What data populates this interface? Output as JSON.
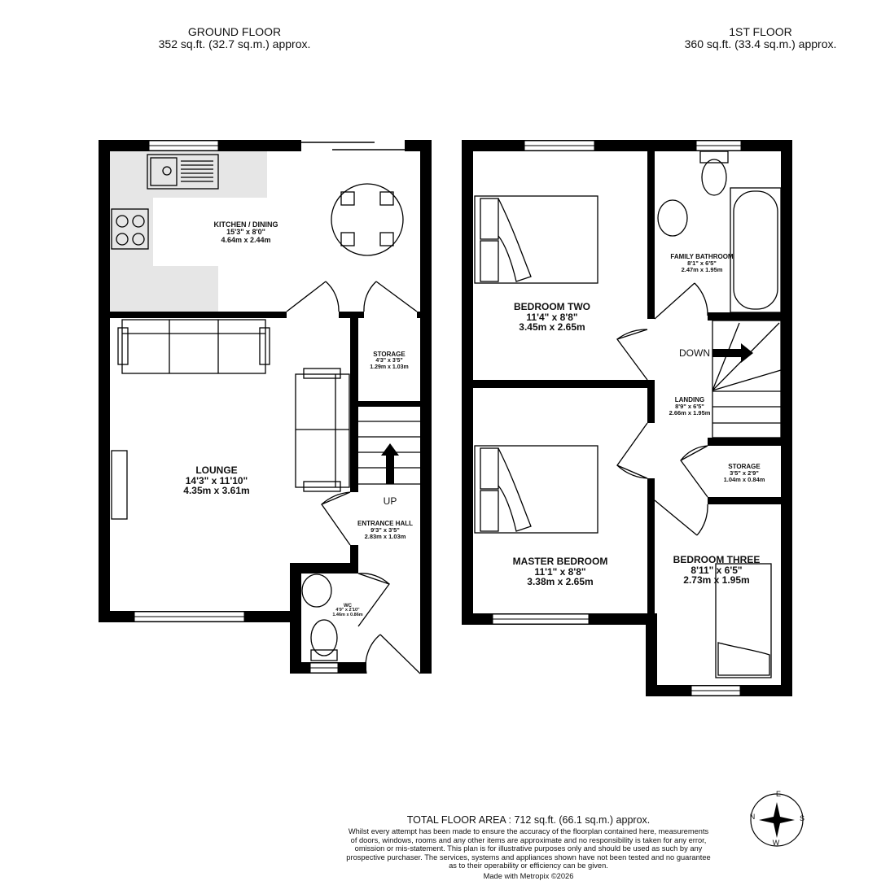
{
  "ground_floor": {
    "title": "GROUND FLOOR",
    "area": "352 sq.ft. (32.7 sq.m.) approx.",
    "rooms": [
      {
        "name": "KITCHEN / DINING",
        "imperial": "15'3\"  x 8'0\"",
        "metric": "4.64m  x 2.44m"
      },
      {
        "name": "STORAGE",
        "imperial": "4'3\"  x 3'5\"",
        "metric": "1.29m  x 1.03m"
      },
      {
        "name": "LOUNGE",
        "imperial": "14'3\"  x 11'10\"",
        "metric": "4.35m  x 3.61m"
      },
      {
        "name": "ENTRANCE HALL",
        "imperial": "9'3\"  x 3'5\"",
        "metric": "2.83m  x 1.03m"
      },
      {
        "name": "WC",
        "imperial": "4'9\"  x 2'10\"",
        "metric": "1.46m  x 0.86m"
      }
    ],
    "stairs_label": "UP"
  },
  "first_floor": {
    "title": "1ST FLOOR",
    "area": "360 sq.ft. (33.4 sq.m.) approx.",
    "rooms": [
      {
        "name": "BEDROOM TWO",
        "imperial": "11'4\"  x 8'8\"",
        "metric": "3.45m  x 2.65m"
      },
      {
        "name": "FAMILY BATHROOM",
        "imperial": "8'1\"  x 6'5\"",
        "metric": "2.47m  x 1.95m"
      },
      {
        "name": "LANDING",
        "imperial": "8'9\"  x 6'5\"",
        "metric": "2.66m  x 1.95m"
      },
      {
        "name": "STORAGE",
        "imperial": "3'5\"  x 2'9\"",
        "metric": "1.04m  x 0.84m"
      },
      {
        "name": "MASTER BEDROOM",
        "imperial": "11'1\"  x 8'8\"",
        "metric": "3.38m  x 2.65m"
      },
      {
        "name": "BEDROOM THREE",
        "imperial": "8'11\"  x 6'5\"",
        "metric": "2.73m  x 1.95m"
      }
    ],
    "stairs_label": "DOWN"
  },
  "footer": {
    "total": "TOTAL FLOOR AREA : 712 sq.ft. (66.1 sq.m.) approx.",
    "disclaimer": "Whilst every attempt has been made to ensure the accuracy of the floorplan contained here, measurements of doors, windows, rooms and any other items are approximate and no responsibility is taken for any error, omission or mis-statement. This plan is for illustrative purposes only and should be used as such by any prospective purchaser. The services, systems and appliances shown have not been tested and no guarantee as to their operability or efficiency can be given.",
    "credit": "Made with Metropix ©2026"
  },
  "compass": {
    "n": "N",
    "e": "E",
    "s": "S",
    "w": "W"
  },
  "colors": {
    "wall": "#000000",
    "counter": "#e6e6e6"
  }
}
